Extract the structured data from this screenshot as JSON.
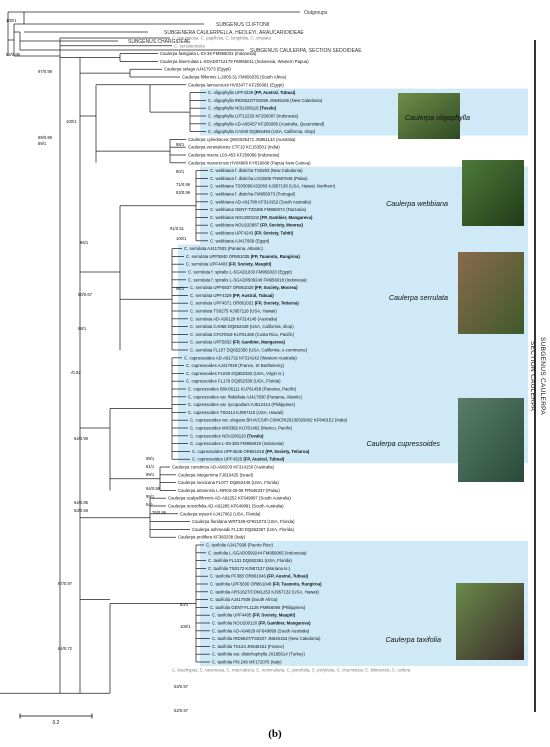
{
  "figure": {
    "panel_label": "(b)",
    "scale_bar_label": "0.2",
    "right_bracket": {
      "line1": "SUBGENUS CAULERPA",
      "line2": "SECTION CAULERPA"
    }
  },
  "top_branches": [
    {
      "label": "Outgroups",
      "grey": false
    },
    {
      "label": "SUBGENUS CLIFTONII",
      "grey": true
    },
    {
      "label": "SUBGENERA CAULERPELLA, HEDLEYI, ARAUCARIOIDEAE",
      "grey": true
    },
    {
      "label": "SUBGENUS CHARGIDEAE",
      "grey": true
    },
    {
      "label": "SUBGENUS CAULERPA, SECTION SEDOIDEAE",
      "grey": true
    }
  ],
  "tips": [
    {
      "label": "C. lanuginosa, C. papillosa, C. longifolia, C. crispata",
      "grey": true
    },
    {
      "label": "C. sertularioides",
      "grey": true
    },
    {
      "label": "Caulerpa fastigiata L-03-36 FM956031 (Indonesia)"
    },
    {
      "label": "Caulerpa biserrulata L-SGAD0712179 FM956011 (Indonesia, Western Papua)"
    },
    {
      "label": "Caulerpa selago AJ417973 (Egypt)"
    },
    {
      "label": "Caulerpa filiformis L-2005-31 FM956035 (South Africa)"
    },
    {
      "label": "Caulerpa lamourouxii HV03477 KF256081 (Egypt)"
    },
    {
      "label": "C. oligophylla UPF4339 ",
      "bold": "(FP, Austral, Tubuai)"
    },
    {
      "label": "C. oligophylla IRD5622/TS0295 JN645166 (New Caledonia)"
    },
    {
      "label": "C. oligophylla NOU208119 ",
      "bold": "(Tuvalu)"
    },
    {
      "label": "C. oligophylla L0T12229 KF256087 (Indonesia)"
    },
    {
      "label": "C. oligophylla AD-A95457 KF256085 (Australia, Queensland)"
    },
    {
      "label": "C. oligophylla CA040 DQ652494 (USA, California, shop)"
    },
    {
      "label": "Caulerpa cylindracea QWS025471 JN851143 (Australia)"
    },
    {
      "label": "Caulerpa veravalensis CTF10 KC153501 (India)"
    },
    {
      "label": "Caulerpa macra L03-453 KF256089 (Indonesia)"
    },
    {
      "label": "Caulerpa manorensis HV04986 KY819068 (Papua New Guinea)"
    },
    {
      "label": "C. webbiana f. disticha TS0203 (New Caledonia)"
    },
    {
      "label": "C. webbiana f. disticha LV22505 FN667648 (Palau)"
    },
    {
      "label": "C. webbiana TS0309/IA32083 KJ957138 (USA, Hawaii, Northern)"
    },
    {
      "label": "C. webbiana f. disticha FM956073 (Portugal)"
    },
    {
      "label": "C. webbiana AD-A91788 KF314152 (South Australia)"
    },
    {
      "label": "C. webbiana GENT-TZ0486 FM956074 (Tanzania)"
    },
    {
      "label": "C. webbiana NOU200102 ",
      "bold": "(FP, Gambier, Mangareva)"
    },
    {
      "label": "C. webbiana NOU220987 ",
      "bold": "(FP, Society, Moorea)"
    },
    {
      "label": "C. webbiana UPF4243 ",
      "bold": "(FP, Society, Tahiti)"
    },
    {
      "label": "C. webbiana AJ417958 (Egypt)"
    },
    {
      "label": "C. serrulata AJ417933 (Panama, Atlantic)"
    },
    {
      "label": "C. serrulata UPF5840 OR861035 ",
      "bold": "(FP, Tuamotu, Rangiroa)"
    },
    {
      "label": "C. serrulata UPF4403 ",
      "bold": "(FP, Society, Maupiti)"
    },
    {
      "label": "C. serrulata f. spiralis L-SGAD1033 FM956020 (Egypt)"
    },
    {
      "label": "C. serrulata f. spiralis L-SGAD0509249 FM956018 (Indonesia)"
    },
    {
      "label": "C. serrulata UPF5837 OR861028 ",
      "bold": "(FP, Society, Moorea)"
    },
    {
      "label": "C. serrulata UPF4329 ",
      "bold": "(FP, Austral, Tubuai)"
    },
    {
      "label": "C. serrulata UPF4571 OR861031 ",
      "bold": "(FP, Society, Tetiaroa)"
    },
    {
      "label": "C. serrulata TS0275 KJ957118 (USA, Hawaii)"
    },
    {
      "label": "C. serrulata AD-A90129 KF314146 (Australia)"
    },
    {
      "label": "C. serrulata CA068 DQ652349 (USA, California, shop)"
    },
    {
      "label": "C. serrulata CFCR919 KU761465 (Costa Rica, Pacific)"
    },
    {
      "label": "C. serrulata UPF5832 ",
      "bold": "(FP, Gambier, Mangareva)"
    },
    {
      "label": "C. serrulata FL107 DQ652350 (USA, California, e-commerce)"
    },
    {
      "label": "C. cupressoides AD-A91732 KF314142 (Western Australia)"
    },
    {
      "label": "C. cupressoides AJ417929 (France, St Barthelemy)"
    },
    {
      "label": "C. cupressoides FL046 DQ652332 (USA, Virgin Is.)"
    },
    {
      "label": "C. cupressoides FL176 DQ652336 (USA, Florida)"
    },
    {
      "label": "C. cupressoides BW-06111 KU761458 (Panama, Pacific)"
    },
    {
      "label": "C. cupressoides var. flabellata AJ417930 (Panama, Atlantic)"
    },
    {
      "label": "C. cupressoides var. lycopodium AJ512414 (Philippines)"
    },
    {
      "label": "C. cupressoides TS0414 KJ957110 (USA, Hawaii)"
    },
    {
      "label": "C. cupressoides var. elegans BHAVCSIR-CSMCRI20130329002 KF840152 (India)"
    },
    {
      "label": "C. cupressoides MX0382 KU761462 (Mexico, Pacific)"
    },
    {
      "label": "C. cupressoides NOU208120 ",
      "bold": "(Tuvalu)"
    },
    {
      "label": "C. cupressoides L-03-383 FM956019 (Indonesia)"
    },
    {
      "label": "C. cupressoides UPF4546 OR861018 ",
      "bold": "(FP, Society, Tetiaroa)"
    },
    {
      "label": "C. cupressoides UPF4325 ",
      "bold": "(FP, Austral, Tubuai)"
    },
    {
      "label": "Caulerpa constricta AD-A90203 KF314150 (Australia)"
    },
    {
      "label": "Caulerpa integerrima FJ810425 (Israel)"
    },
    {
      "label": "Caulerpa mexicana FL077 DQ652446 (USA, Florida)"
    },
    {
      "label": "Caulerpa antoensis L-NR03-25-08 FR846337 (Palau)"
    },
    {
      "label": "Caulerpa scalpelliformis AD-A92252 KF649897 (South Australia)"
    },
    {
      "label": "Caulerpa remotifolia AD-A92285 KF649891 (South Australia)"
    },
    {
      "label": "Caulerpa wysorii AJ417962 (USA, Florida)"
    },
    {
      "label": "Caulerpa floridana WRT349 KF921073 (USA, Florida)"
    },
    {
      "label": "Caulerpa ashmeadii FL130 DQ652367 (USA, Florida)"
    },
    {
      "label": "Caulerpa prolifera KF383338 (Italy)"
    },
    {
      "label": "C. taxifolia AJ417938 (Puerto Rico)"
    },
    {
      "label": "C. taxifolia L-SGAD0509244 FM956065 (Indonesia)"
    },
    {
      "label": "C. taxifolia FL131 DQ652361 (USA, Florida)"
    },
    {
      "label": "C. taxifolia TS0172 KJ957127 (Mariana Is.)"
    },
    {
      "label": "C. taxifolia PF388 OR861046 ",
      "bold": "(FP, Austral, Tubuai)"
    },
    {
      "label": "C. taxifolia UPF5830 OR861048 ",
      "bold": "(FP, Tuamotu, Rangiroa)"
    },
    {
      "label": "C. taxifolia ARS1627/COML253 KJ957132 (USA, Hawaii)"
    },
    {
      "label": "C. taxifolia AJ417939 (South Africa)"
    },
    {
      "label": "C. taxifolia GENT-FL1126 FM956066 (Philippines)"
    },
    {
      "label": "C. taxifolia UPF4405 ",
      "bold": "(FP, Society, Maupiti)"
    },
    {
      "label": "C. taxifolia NOU200120 ",
      "bold": "(FP, Gambier, Mangareva)"
    },
    {
      "label": "C. taxifolia AD-A94829 KF649899 (South Australia)"
    },
    {
      "label": "C. taxifolia IRD5637/TS0207 JN645153 (New Caledonia)"
    },
    {
      "label": "C. taxifolia TS134 JN645151 (France)"
    },
    {
      "label": "C. taxifolia var. distichophylla JX185614 (Turkey)"
    },
    {
      "label": "C. taxifolia Phl.249 MF172076 (Italy)"
    },
    {
      "label": "C. brachypus, C. racemosa, C. macrodisca, C. nummularia, C. parvifolia, C. peryliosa, C. chemnitzia, C. bikinensis, C. uvifera",
      "grey": true
    }
  ],
  "supports": [
    {
      "text": "100/1"
    },
    {
      "text": "54/0.86"
    },
    {
      "text": "97/0.99"
    },
    {
      "text": "100/1"
    },
    {
      "text": "99/0.99"
    },
    {
      "text": "89/1"
    },
    {
      "text": "98/1"
    },
    {
      "text": "71/0.99"
    },
    {
      "text": "63/0.99"
    },
    {
      "text": "80/1"
    },
    {
      "text": "91/0.51"
    },
    {
      "text": "86/1"
    },
    {
      "text": "100/1"
    },
    {
      "text": "96/1"
    },
    {
      "text": "50/0.67"
    },
    {
      "text": "88/1"
    },
    {
      "text": "-/0.92"
    },
    {
      "text": "64/0.99"
    },
    {
      "text": "64/0.86"
    },
    {
      "text": "63/0.59"
    },
    {
      "text": "99/1"
    },
    {
      "text": "61/1"
    },
    {
      "text": "99/1"
    },
    {
      "text": "94/0.98"
    },
    {
      "text": "99/1"
    },
    {
      "text": "54/-"
    },
    {
      "text": "76/0.86"
    },
    {
      "text": "67/0.97"
    },
    {
      "text": "80/1"
    },
    {
      "text": "100/1"
    },
    {
      "text": "64/0.72"
    },
    {
      "text": "63/0.97"
    },
    {
      "text": "62/0.97"
    }
  ],
  "clades": [
    {
      "name": "Caulerpa oligophylla"
    },
    {
      "name": "Caulerpa webbiana"
    },
    {
      "name": "Caulerpa serrulata"
    },
    {
      "name": "Caulerpa cupressoides"
    },
    {
      "name": "Caulerpa taxifolia"
    }
  ],
  "colors": {
    "clade_highlight": "#cfe9f6",
    "branch": "#222222",
    "grey_label": "#7a7a7a"
  }
}
